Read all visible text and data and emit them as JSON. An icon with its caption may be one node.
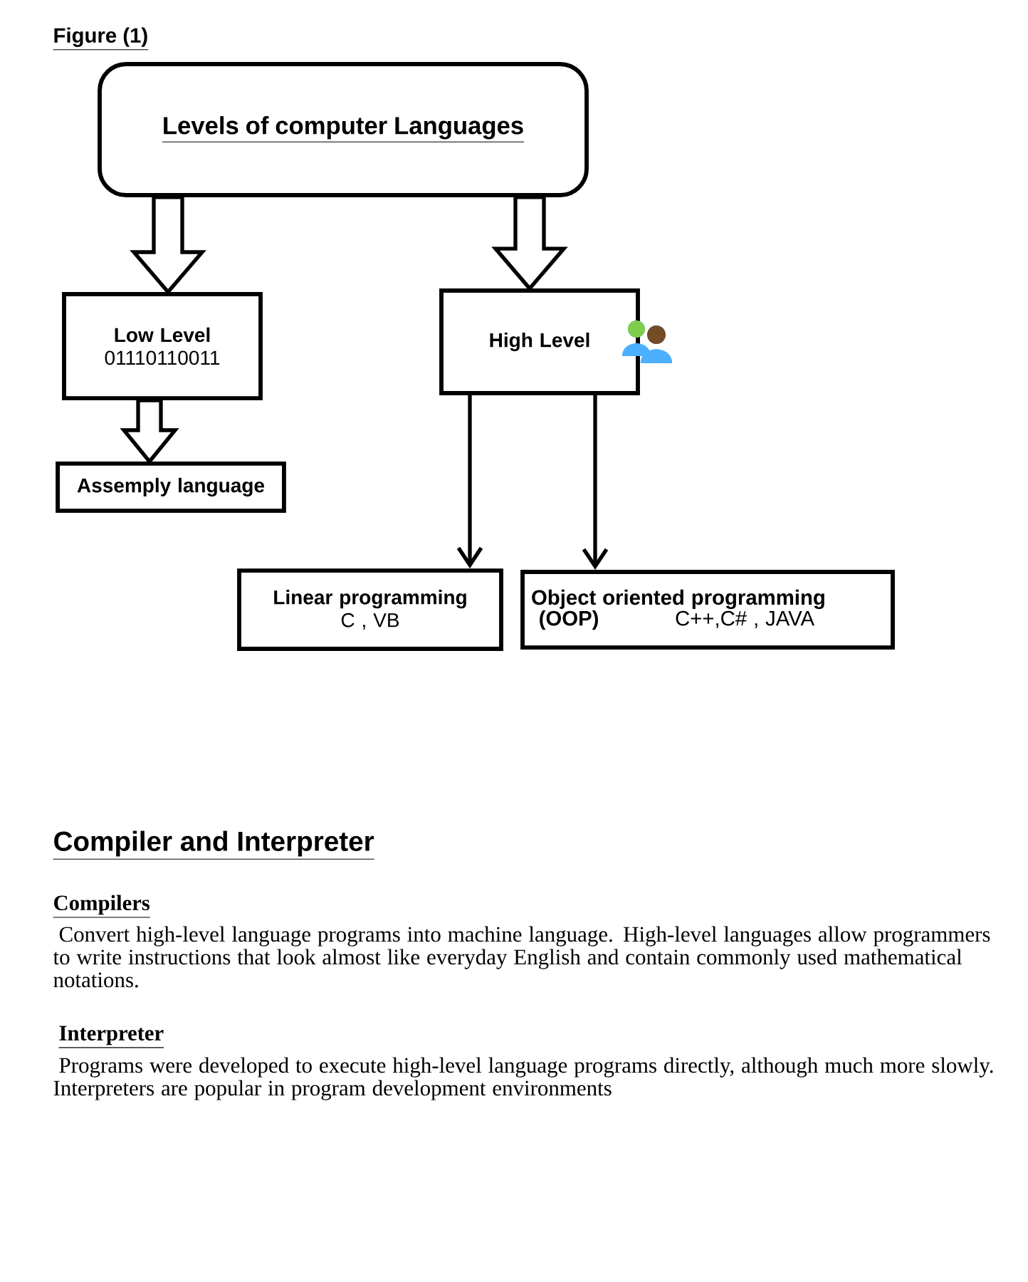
{
  "diagram": {
    "title": "Figure (1)",
    "nodes": [
      {
        "text": [
          "Levels of computer Languages"
        ]
      },
      {
        "text": [
          "Low Level",
          "01110110011"
        ]
      },
      {
        "text": [
          "Assemply language"
        ]
      },
      {
        "text": [
          "High Level"
        ]
      },
      {
        "text": [
          "Linear programming",
          "C , VB"
        ]
      },
      {
        "text": [
          "Object oriented programming",
          "(OOP)",
          "C++,C# , JAVA"
        ]
      }
    ],
    "edges": [
      {
        "from": 0,
        "to": 1,
        "arrow": "to",
        "style": "thick"
      },
      {
        "from": 0,
        "to": 3,
        "arrow": "to",
        "style": "thick"
      },
      {
        "from": 1,
        "to": 2,
        "arrow": "to",
        "style": "thick"
      },
      {
        "from": 3,
        "to": 4,
        "arrow": "to"
      },
      {
        "from": 3,
        "to": 5,
        "arrow": "to"
      }
    ],
    "labels": [
      "Compiler and Interpreter",
      "Compilers",
      "Convert high-level language programs into machine language. High-level languages allow programmers to write instructions that look almost like everyday English and contain commonly used mathematical notations.",
      "Interpreter",
      "Programs were developed to execute high-level language programs directly, although much more slowly. Interpreters are popular in program development environments"
    ]
  }
}
